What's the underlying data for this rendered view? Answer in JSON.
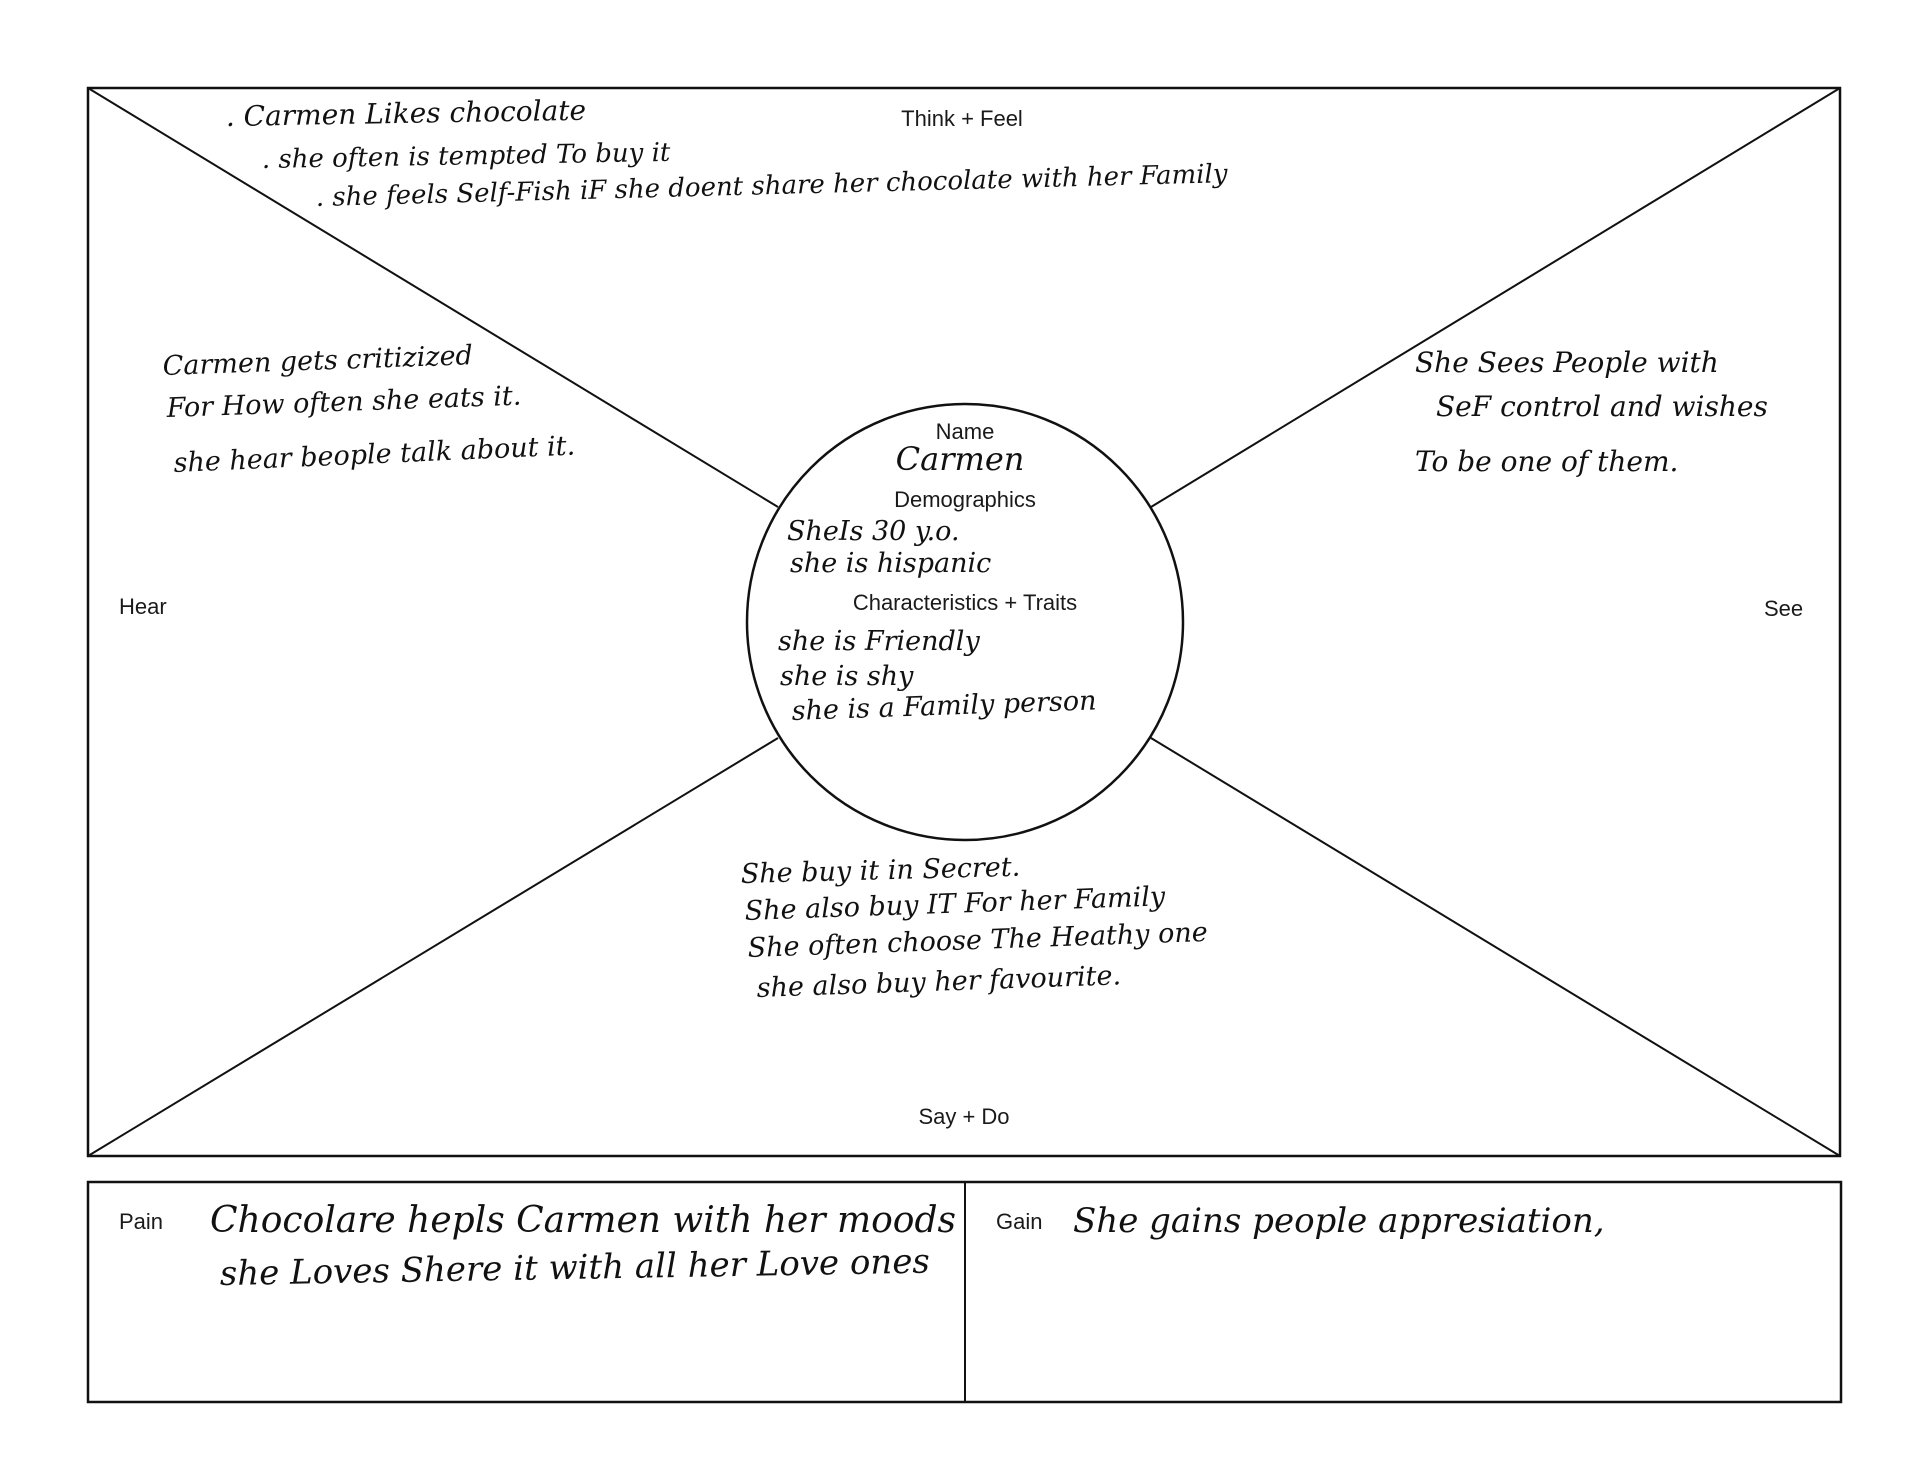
{
  "map": {
    "quadrants": {
      "think_feel": "Think + Feel",
      "hear": "Hear",
      "see": "See",
      "say_do": "Say + Do"
    },
    "center": {
      "name_label": "Name",
      "name_value": "Carmen",
      "demographics_label": "Demographics",
      "demographics": [
        "SheIs 30 y.o.",
        "she is hispanic"
      ],
      "traits_label": "Characteristics + Traits",
      "traits": [
        "she is Friendly",
        "she is shy",
        "she is a Family person"
      ]
    },
    "notes": {
      "think_feel": [
        ". Carmen Likes chocolate",
        ". she often is tempted To buy it",
        ". she feels Self-Fish iF she doent share her chocolate with her Family"
      ],
      "hear": [
        "Carmen gets critizized",
        "For How often she eats it.",
        "she hear beople talk about it."
      ],
      "see": [
        "She Sees People with",
        "SeF control and wishes",
        "To be one of them."
      ],
      "say_do": [
        "She buy it in Secret.",
        "She also buy IT For her Family",
        "She often choose The Heathy one",
        "she also buy her favourite."
      ]
    }
  },
  "bottom": {
    "pain_label": "Pain",
    "pain_text": [
      "Chocolare hepls Carmen with her moods",
      "she Loves Shere it with all her Love ones"
    ],
    "gain_label": "Gain",
    "gain_text": [
      "She gains people appresiation,"
    ]
  }
}
